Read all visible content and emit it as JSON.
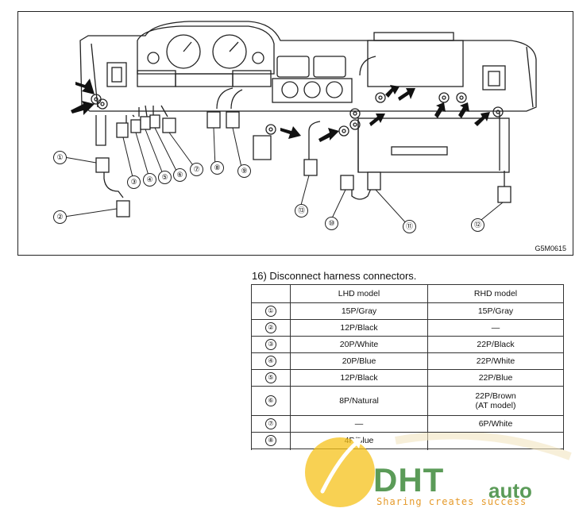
{
  "figure": {
    "code": "G5M0615",
    "callouts": [
      {
        "label": "①"
      },
      {
        "label": "②"
      },
      {
        "label": "③"
      },
      {
        "label": "④"
      },
      {
        "label": "⑤"
      },
      {
        "label": "⑥"
      },
      {
        "label": "⑦"
      },
      {
        "label": "⑧"
      },
      {
        "label": "⑨"
      },
      {
        "label": "⑩"
      },
      {
        "label": "⑪"
      },
      {
        "label": "⑫"
      },
      {
        "label": "⑬"
      }
    ]
  },
  "step": {
    "text": "16) Disconnect harness connectors."
  },
  "table": {
    "headers": [
      "",
      "LHD model",
      "RHD model"
    ],
    "rows": [
      {
        "num": "①",
        "lhd": "15P/Gray",
        "rhd": "15P/Gray"
      },
      {
        "num": "②",
        "lhd": "12P/Black",
        "rhd": "—"
      },
      {
        "num": "③",
        "lhd": "20P/White",
        "rhd": "22P/Black"
      },
      {
        "num": "④",
        "lhd": "20P/Blue",
        "rhd": "22P/White"
      },
      {
        "num": "⑤",
        "lhd": "12P/Black",
        "rhd": "22P/Blue"
      },
      {
        "num": "⑥",
        "lhd": "8P/Natural",
        "rhd": "22P/Brown",
        "rhd2": "(AT model)"
      },
      {
        "num": "⑦",
        "lhd": "—",
        "rhd": "6P/White"
      },
      {
        "num": "⑧",
        "lhd": "4P/Blue",
        "rhd": ""
      }
    ]
  },
  "watermark": {
    "logo": "DHT",
    "auto": "auto",
    "slogan": "Sharing creates success"
  }
}
